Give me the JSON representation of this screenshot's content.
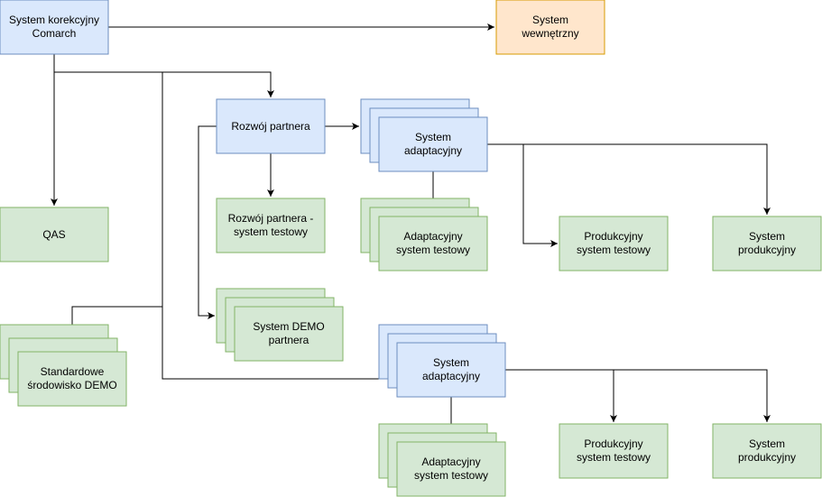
{
  "colors": {
    "blue_fill": "#dae8fc",
    "blue_stroke": "#6c8ebf",
    "green_fill": "#d5e8d4",
    "green_stroke": "#82b366",
    "orange_fill": "#ffe6cc",
    "orange_stroke": "#d79b00",
    "edge": "#000000"
  },
  "nodes": {
    "comarch": [
      "System korekcyjny",
      "Comarch"
    ],
    "wewnetrzny": [
      "System",
      "wewnętrzny"
    ],
    "qas": [
      "QAS"
    ],
    "rozwoj": [
      "Rozwój partnera"
    ],
    "rozwoj_test": [
      "Rozwój partnera -",
      "system testowy"
    ],
    "demo_partnera": [
      "System DEMO",
      "partnera"
    ],
    "standard_demo": [
      "Standardowe",
      "środowisko DEMO"
    ],
    "adapt1": [
      "System",
      "adaptacyjny"
    ],
    "adapt1_test": [
      "Adaptacyjny",
      "system testowy"
    ],
    "prod_test1": [
      "Produkcyjny",
      "system testowy"
    ],
    "prod1": [
      "System",
      "produkcyjny"
    ],
    "adapt2": [
      "System",
      "adaptacyjny"
    ],
    "adapt2_test": [
      "Adaptacyjny",
      "system testowy"
    ],
    "prod_test2": [
      "Produkcyjny",
      "system testowy"
    ],
    "prod2": [
      "System",
      "produkcyjny"
    ]
  }
}
